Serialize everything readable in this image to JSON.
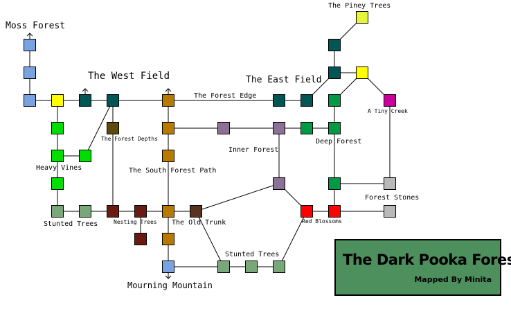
{
  "map": {
    "labels": {
      "moss_forest": "Moss Forest",
      "west_field": "The West Field",
      "east_field": "The East Field",
      "piney_trees": "The Piney Trees",
      "forest_edge": "The Forest Edge",
      "forest_depths": "The Forest Depths",
      "tiny_creek": "A Tiny Creek",
      "inner_forest": "Inner Forest",
      "deep_forest": "Deep Forest",
      "heavy_vines": "Heavy Vines",
      "south_forest_path": "The South Forest Path",
      "forest_stones": "Forest Stones",
      "stunted_trees_west": "Stunted Trees",
      "nesting_trees": "Nesting Trees",
      "old_trunk": "The Old Trunk",
      "red_blossoms": "Red Blossoms",
      "stunted_trees_south": "Stunted Trees",
      "mourning_mountain": "Mourning Mountain"
    },
    "room_colors": {
      "moss_blue": "#7ba2e0",
      "field_yellow": "#ffff00",
      "piney_yellow": "#e5f53a",
      "teal": "#005555",
      "amber": "#b77900",
      "olive_dark": "#5c4b09",
      "mauve": "#8b7196",
      "forest_green": "#009944",
      "bright_green": "#00dd00",
      "magenta": "#c70099",
      "grey": "#b9b9b9",
      "sage": "#7aa77a",
      "maroon": "#6b1a12",
      "brown": "#5a3320",
      "red": "#ff0000"
    }
  },
  "title_box": {
    "title": "The Dark Pooka Forest",
    "credit": "Mapped By Minita",
    "background": "#4e8f5e"
  }
}
